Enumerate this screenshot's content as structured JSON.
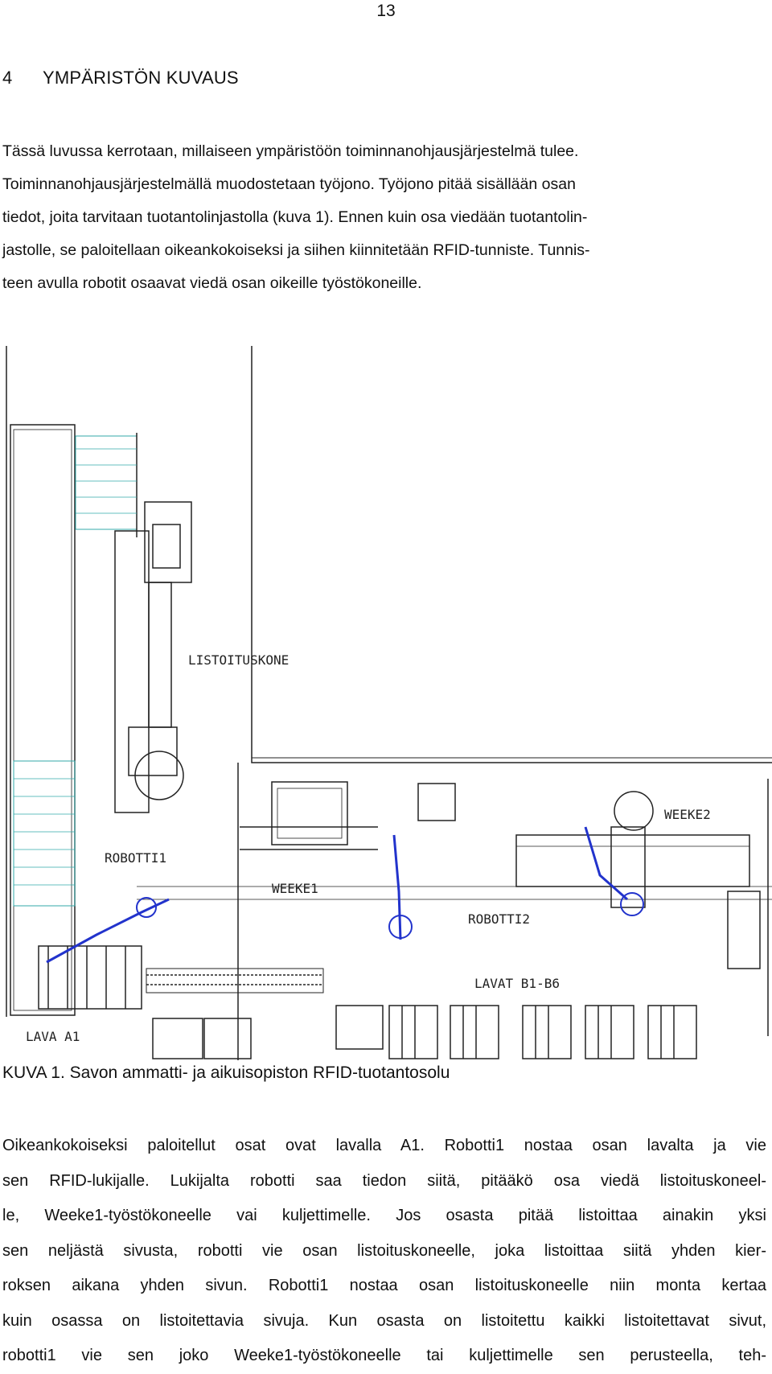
{
  "page_number": "13",
  "heading": {
    "number": "4",
    "title": "YMPÄRISTÖN KUVAUS"
  },
  "intro_lines": [
    "Tässä luvussa kerrotaan, millaiseen ympäristöön toiminnanohjausjärjestelmä tulee.",
    "Toiminnanohjausjärjestelmällä muodostetaan työjono. Työjono pitää sisällään osan",
    "tiedot, joita tarvitaan tuotantolinjastolla (kuva 1). Ennen kuin osa viedään tuotantolin-",
    "jastolle, se paloitellaan oikeankokoiseksi ja siihen kiinnitetään RFID-tunniste. Tunnis-",
    "teen avulla robotit osaavat viedä osan oikeille työstökoneille."
  ],
  "figure": {
    "labels": {
      "listoituskone": "LISTOITUSKONE",
      "robotti1": "ROBOTTI1",
      "weeke1": "WEEKE1",
      "weeke2": "WEEKE2",
      "robotti2": "ROBOTTI2",
      "lavat": "LAVAT B1-B6",
      "lava_a1": "LAVA A1"
    }
  },
  "caption": "KUVA 1. Savon ammatti- ja aikuisopiston RFID-tuotantosolu",
  "body_lines": [
    "Oikeankokoiseksi paloitellut osat ovat lavalla A1. Robotti1 nostaa osan lavalta ja vie",
    "sen RFID-lukijalle. Lukijalta robotti saa tiedon siitä, pitääkö osa viedä listoituskoneel-",
    "le, Weeke1-työstökoneelle vai kuljettimelle.  Jos osasta pitää listoittaa ainakin yksi",
    "sen neljästä sivusta, robotti vie osan listoituskoneelle, joka listoittaa siitä yhden kier-",
    "roksen aikana yhden sivun. Robotti1 nostaa osan listoituskoneelle niin monta kertaa",
    "kuin osassa on listoitettavia sivuja. Kun osasta on listoitettu kaikki listoitettavat sivut,",
    "robotti1 vie sen joko Weeke1-työstökoneelle tai kuljettimelle sen perusteella, teh-"
  ],
  "colors": {
    "robot": "#2233cc",
    "conveyor": "#33aaaa",
    "line": "#222222"
  }
}
